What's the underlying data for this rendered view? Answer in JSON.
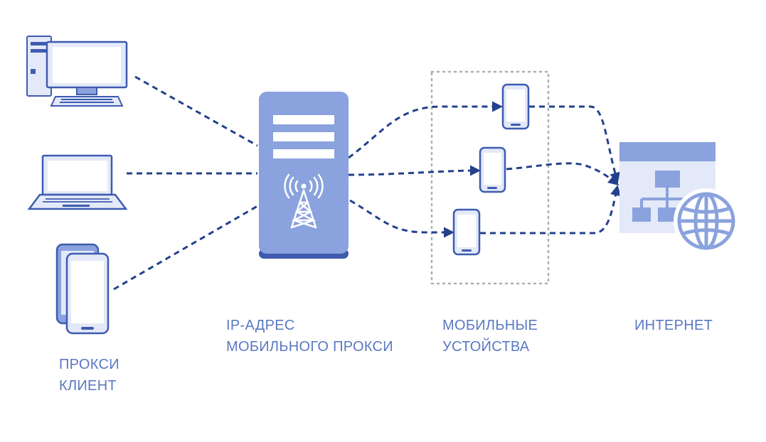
{
  "labels": {
    "client": [
      "ПРОКСИ",
      "КЛИЕНТ"
    ],
    "proxy_ip": [
      "IP-АДРЕС",
      "МОБИЛЬНОГО ПРОКСИ"
    ],
    "mobile_devices": [
      "МОБИЛЬНЫЕ",
      "УСТОЙСТВА"
    ],
    "internet": [
      "ИНТЕРНЕТ"
    ]
  },
  "icons": {
    "desktop": "desktop-computer-icon",
    "laptop": "laptop-icon",
    "phones": "smartphones-icon",
    "server": "proxy-server-icon",
    "antenna": "cell-tower-icon",
    "mobile": "smartphone-icon",
    "internet": "sitemap-globe-icon"
  },
  "colors": {
    "fill_light": "#e3e9f8",
    "fill_medium": "#8aa2dd",
    "stroke": "#3e5bb0",
    "connector": "#23418c",
    "text": "#5a78c2",
    "dotted_frame": "#a5b0b8"
  }
}
